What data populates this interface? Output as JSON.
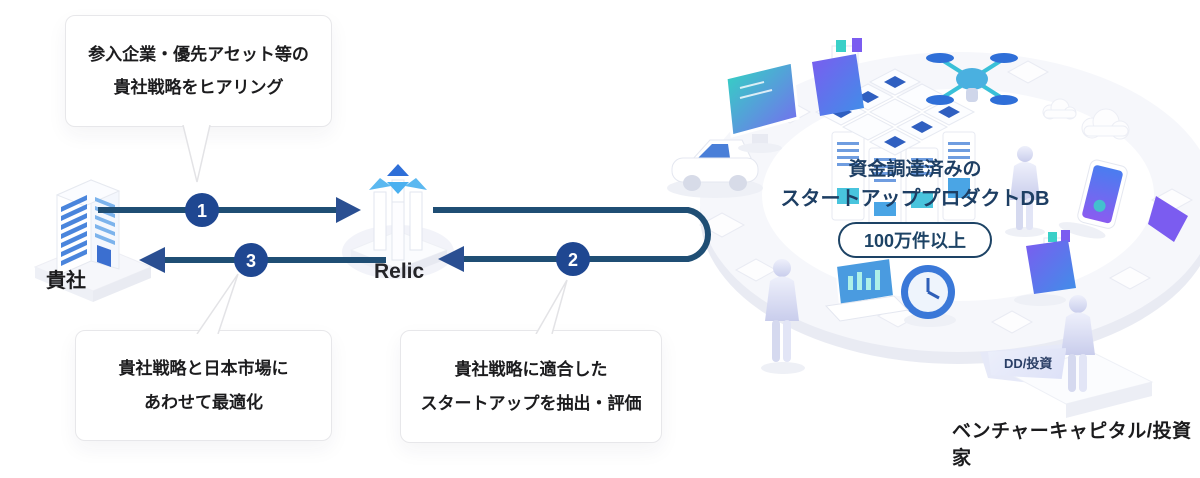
{
  "bubbles": {
    "hearing": {
      "line1": "参入企業・優先アセット等の",
      "line2": "貴社戦略をヒアリング"
    },
    "optimize": {
      "line1": "貴社戦略と日本市場に",
      "line2": "あわせて最適化"
    },
    "extract": {
      "line1": "貴社戦略に適合した",
      "line2": "スタートアップを抽出・評価"
    }
  },
  "nodes": {
    "company": {
      "label": "貴社"
    },
    "relic": {
      "label": "Relic"
    },
    "database": {
      "title_line1": "資金調達済みの",
      "title_line2": "スタートアッププロダクトDB",
      "badge": "100万件以上"
    },
    "investors": {
      "label": "ベンチャーキャピタル/投資家",
      "action": "DD/投資"
    }
  },
  "steps": {
    "step1": "1",
    "step2": "2",
    "step3": "3"
  },
  "colors": {
    "arrow_line": "#1f4e74",
    "arrow_head": "#2a4f92",
    "step_circle": "#1f4791",
    "db_text": "#1d3e63",
    "badge_border": "#1d4365",
    "bubble_border": "#e7e7ea",
    "accent_blue": "#4a90e2",
    "accent_purple": "#7b5cf0",
    "accent_teal": "#3ad9c6"
  },
  "illustration": {
    "icons": [
      "office-building-icon",
      "relic-logo-icon",
      "server-stack-icon",
      "database-tiles-icon",
      "monitor-icon",
      "folder-icon",
      "drone-icon",
      "cloud-icon",
      "smartphone-icon",
      "briefcase-folder-icon",
      "clock-icon",
      "laptop-icon",
      "car-icon",
      "person-icon",
      "ring-platform"
    ]
  }
}
